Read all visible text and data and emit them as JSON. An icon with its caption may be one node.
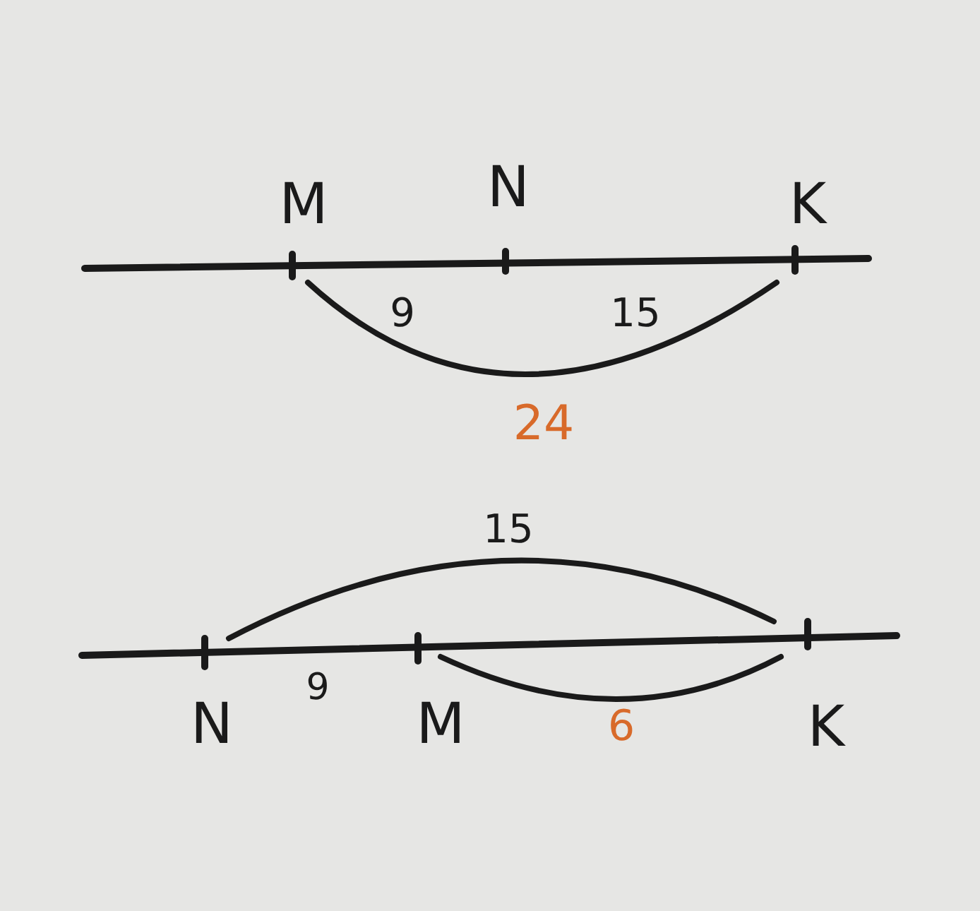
{
  "diagram": {
    "labels": [
      "M",
      "N",
      "K",
      "9",
      "15",
      "24",
      "15",
      "N",
      "9",
      "M",
      "6",
      "K"
    ]
  }
}
